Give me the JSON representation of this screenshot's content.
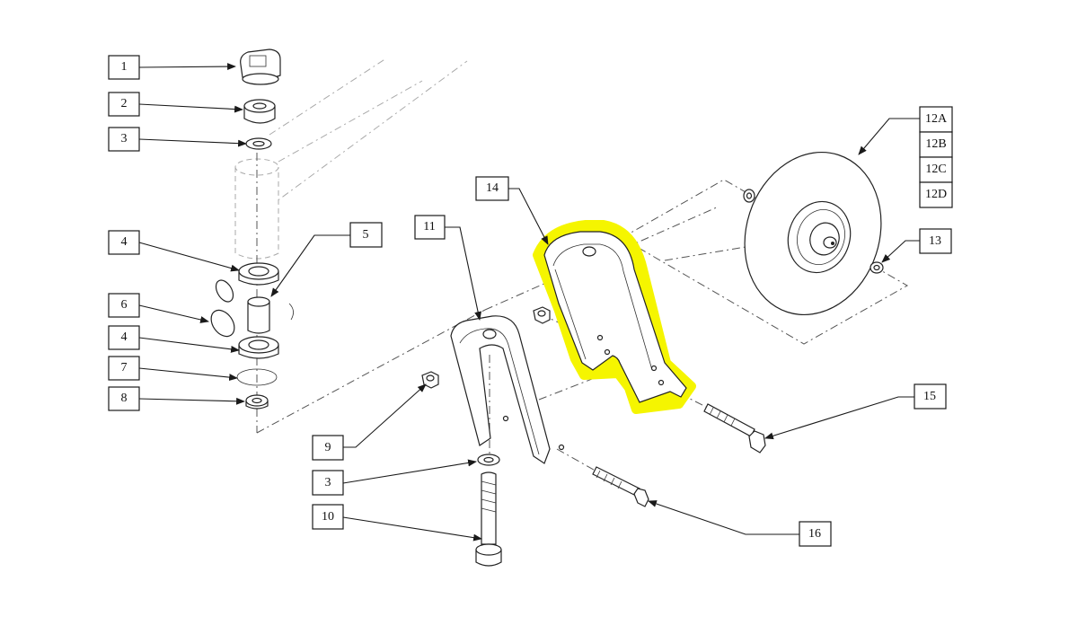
{
  "labels": {
    "l1": "1",
    "l2": "2",
    "l3a": "3",
    "l3b": "3",
    "l4a": "4",
    "l4b": "4",
    "l5": "5",
    "l6": "6",
    "l7": "7",
    "l8": "8",
    "l9": "9",
    "l10": "10",
    "l11": "11",
    "l12a": "12A",
    "l12b": "12B",
    "l12c": "12C",
    "l12d": "12D",
    "l13": "13",
    "l14": "14",
    "l15": "15",
    "l16": "16"
  },
  "colors": {
    "highlight": "#f5f500",
    "line": "#1a1a1a",
    "background": "#ffffff"
  }
}
